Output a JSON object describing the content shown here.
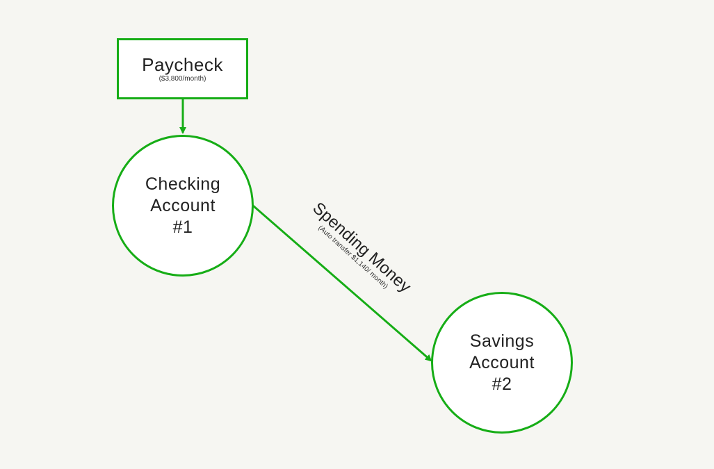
{
  "colors": {
    "accent": "#16ad16",
    "background": "#f6f6f2",
    "node_fill": "#ffffff",
    "text": "#222222"
  },
  "nodes": {
    "paycheck": {
      "title": "Paycheck",
      "subtitle": "($3,800/month)"
    },
    "checking": {
      "line1": "Checking",
      "line2": "Account",
      "line3": "#1"
    },
    "savings": {
      "line1": "Savings",
      "line2": "Account",
      "line3": "#2"
    }
  },
  "edges": {
    "checking_to_savings": {
      "label": "Spending Money",
      "sublabel": "(Auto transfer $1,140/ month)"
    }
  }
}
